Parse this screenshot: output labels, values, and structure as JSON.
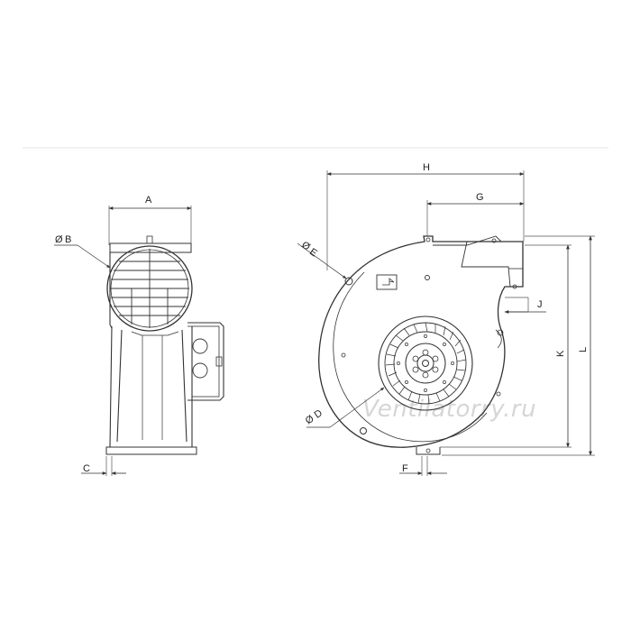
{
  "dimensions": {
    "A": "A",
    "B": "B",
    "C": "C",
    "D": "D",
    "E": "E",
    "F": "F",
    "G": "G",
    "H": "H",
    "J": "J",
    "K": "K",
    "L": "L"
  },
  "diameter_symbol": "Ø",
  "watermark": "Ventilatorry.ru",
  "colors": {
    "line": "#333333",
    "thin": "#555555",
    "rule": "#e3e3e3"
  }
}
